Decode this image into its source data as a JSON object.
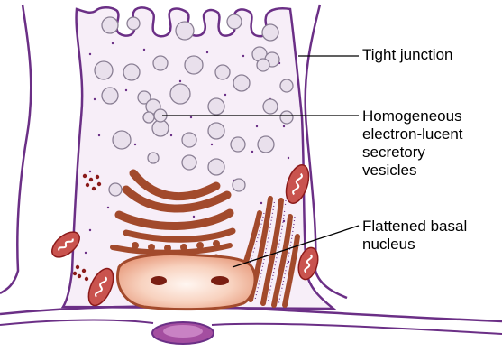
{
  "labels": {
    "tight_junction": "Tight junction",
    "vesicles": [
      "Homogeneous",
      "electron-lucent",
      "secretory",
      "vesicles"
    ],
    "nucleus": [
      "Flattened basal",
      "nucleus"
    ]
  },
  "colors": {
    "membrane": "#6b2f86",
    "cytoplasm": "#f7eef8",
    "vesicle_fill": "#e9e0ec",
    "vesicle_stroke": "#8a7f94",
    "organelle": "#a24a2c",
    "organelle_light": "#c96a44",
    "nucleus_fill": "#f6c9b3",
    "nucleus_center": "#fdeee6",
    "granule": "#8b1a1a",
    "leader_line": "#000000"
  }
}
